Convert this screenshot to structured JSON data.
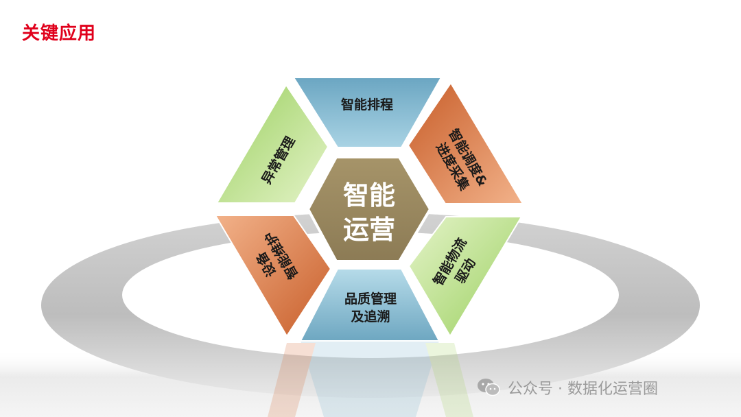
{
  "slide": {
    "title": "关键应用"
  },
  "diagram": {
    "center": {
      "line1": "智能",
      "line2": "运营",
      "color": "#9a8a63"
    },
    "segments": {
      "top": {
        "lines": [
          "智能排程"
        ],
        "color": "#7fb6cf"
      },
      "upper_right": {
        "lines": [
          "智能调度&",
          "进度采集"
        ],
        "color": "#d9733f"
      },
      "lower_right": {
        "lines": [
          "智能物流",
          "驱动"
        ],
        "color": "#a9d36a"
      },
      "bottom": {
        "lines": [
          "品质管理",
          "及追溯"
        ],
        "color": "#7fb6cf"
      },
      "lower_left": {
        "lines": [
          "设备",
          "智能维护"
        ],
        "color": "#d9733f"
      },
      "upper_left": {
        "lines": [
          "异常管理"
        ],
        "color": "#a9d36a"
      }
    }
  },
  "watermark": {
    "icon": "wechat-icon",
    "text": "公众号 · 数据化运营圈"
  }
}
